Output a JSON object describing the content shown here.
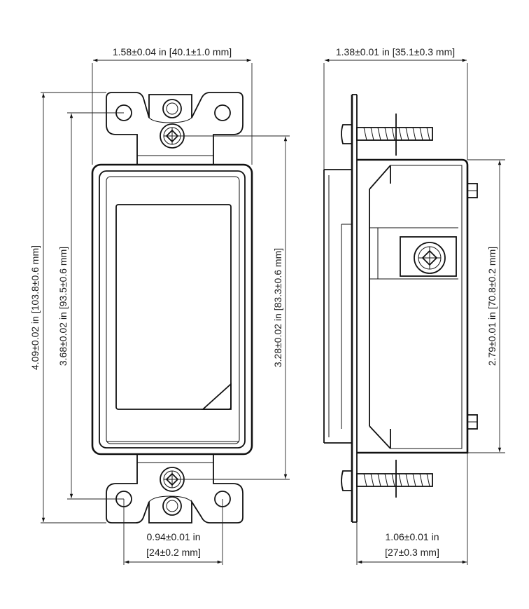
{
  "dimensions": {
    "front_width": "1.58±0.04 in [40.1±1.0 mm]",
    "side_depth": "1.38±0.01 in [35.1±0.3 mm]",
    "overall_height": "4.09±0.02 in [103.8±0.6 mm]",
    "hole_spacing": "3.68±0.02 in [93.5±0.6 mm]",
    "screw_spacing": "3.28±0.02 in [83.3±0.6 mm]",
    "body_height": "2.79±0.01 in [70.8±0.2 mm]",
    "bottom_hole_width_in": "0.94±0.01 in",
    "bottom_hole_width_mm": "[24±0.2 mm]",
    "body_depth_in": "1.06±0.01 in",
    "body_depth_mm": "[27±0.3 mm]"
  }
}
